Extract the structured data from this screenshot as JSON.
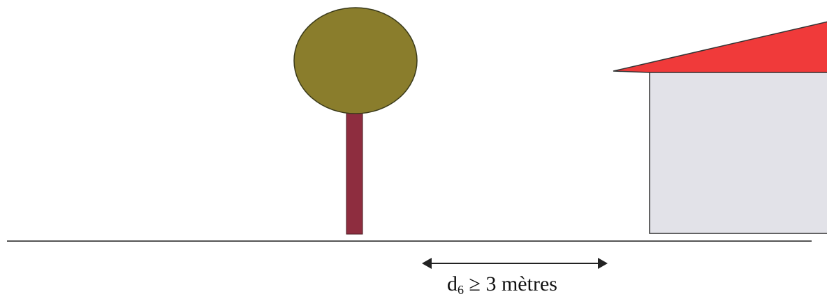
{
  "diagram": {
    "caption": {
      "variable": "d",
      "subscript": "6",
      "relation": "≥ 3 mètres"
    },
    "elements": {
      "tree": "tree",
      "house": "house",
      "ground": "ground-line",
      "distance_arrow": "double-headed-arrow"
    },
    "colors": {
      "tree_crown": "#8a7d2c",
      "tree_trunk": "#8e2d3f",
      "house_roof": "#f03a3a",
      "house_wall": "#e2e2e8",
      "outline": "#333333",
      "ground": "#555555"
    }
  }
}
